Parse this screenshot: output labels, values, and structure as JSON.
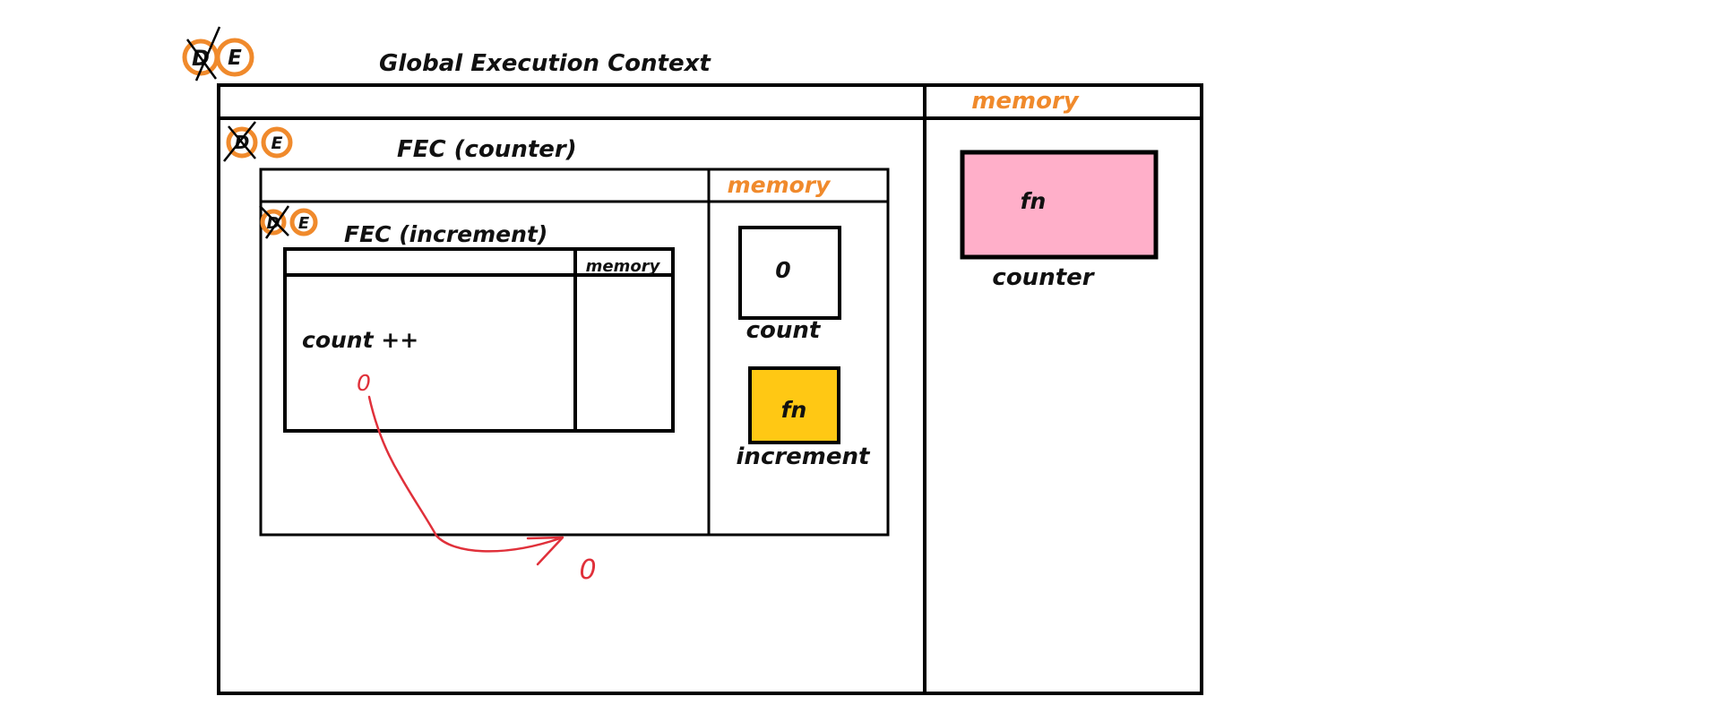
{
  "global": {
    "title": "Global Execution Context",
    "memory_label": "memory",
    "phase_d": "D",
    "phase_e": "E",
    "counter_value": "fn",
    "counter_name": "counter"
  },
  "fec_counter": {
    "title": "FEC (counter)",
    "memory_label": "memory",
    "phase_d": "D",
    "phase_e": "E",
    "count_value": "0",
    "count_name": "count",
    "increment_value": "fn",
    "increment_name": "increment"
  },
  "fec_increment": {
    "title": "FEC (increment)",
    "memory_label": "memory",
    "phase_d": "D",
    "phase_e": "E",
    "code": "count ++"
  },
  "annotations": {
    "read_value": "0",
    "result_value": "0"
  },
  "colors": {
    "phase_circle": "#f08a2c",
    "memory_label": "#f08a2c",
    "counter_fn_box": "#ffafc9",
    "increment_fn_box": "#ffc814",
    "annotation": "#e0303a"
  }
}
